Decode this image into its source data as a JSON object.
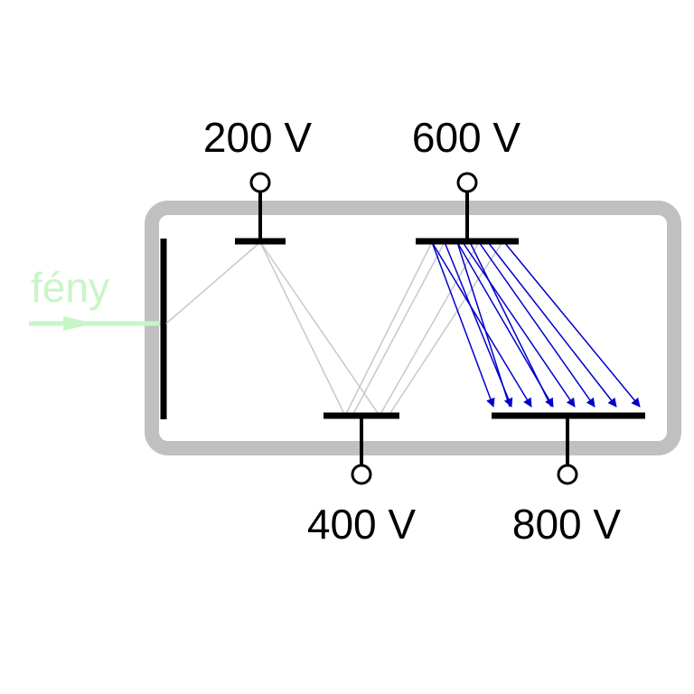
{
  "light_label": "fény",
  "dynodes": [
    {
      "id": "d1",
      "voltage_label": "200 V"
    },
    {
      "id": "d2",
      "voltage_label": "400 V"
    },
    {
      "id": "d3",
      "voltage_label": "600 V"
    },
    {
      "id": "anode",
      "voltage_label": "800 V"
    }
  ],
  "colors": {
    "tube": "#c0c0c0",
    "electrode": "#000000",
    "light": "#c8f5c8",
    "primary_path": "#c8c8c8",
    "multiplied_path": "#0000cc"
  },
  "icons": {
    "terminal": "terminal-circle-icon",
    "arrow": "arrowhead-icon"
  }
}
